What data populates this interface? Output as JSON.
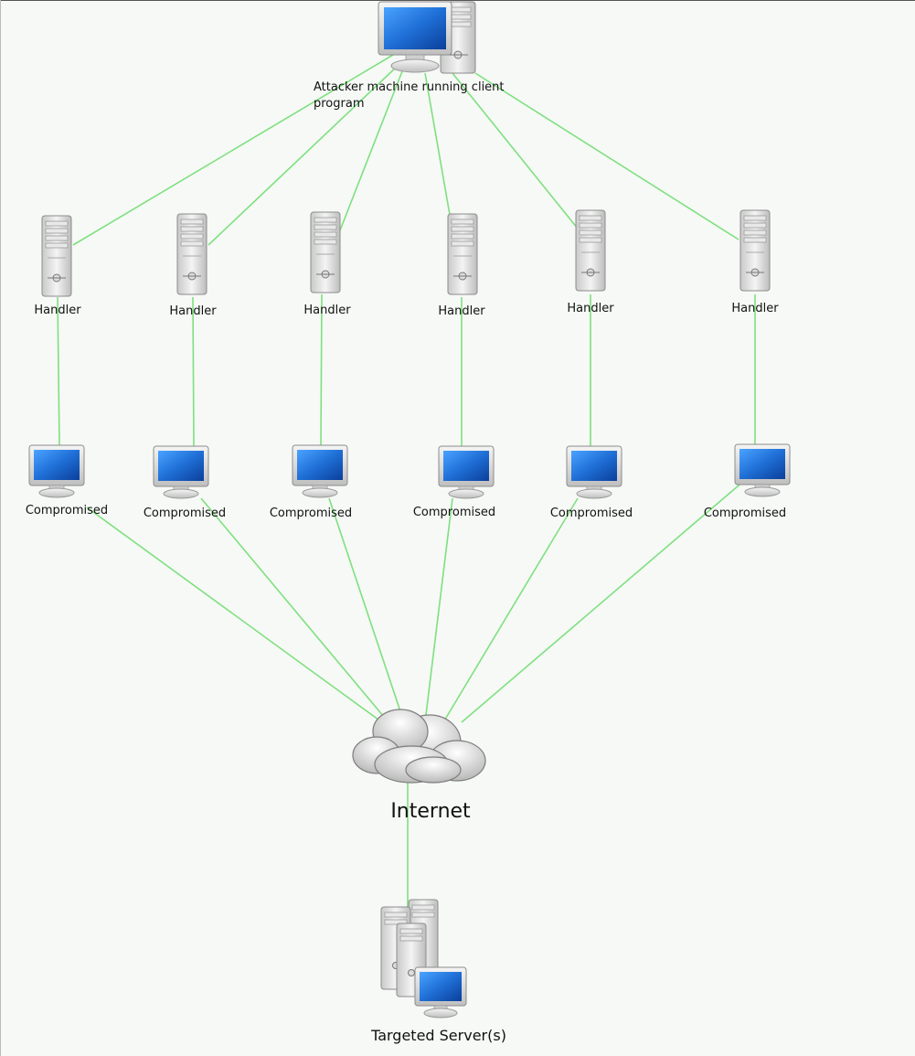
{
  "attacker": {
    "label_line1": "Attacker machine running client",
    "label_line2": "program"
  },
  "handlers": [
    {
      "label": "Handler"
    },
    {
      "label": "Handler"
    },
    {
      "label": "Handler"
    },
    {
      "label": "Handler"
    },
    {
      "label": "Handler"
    },
    {
      "label": "Handler"
    }
  ],
  "compromised": [
    {
      "label": "Compromised"
    },
    {
      "label": "Compromised"
    },
    {
      "label": "Compromised"
    },
    {
      "label": "Compromised"
    },
    {
      "label": "Compromised"
    },
    {
      "label": "Compromised"
    }
  ],
  "internet": {
    "label": "Internet"
  },
  "target": {
    "label": "Targeted Server(s)"
  },
  "colors": {
    "link": "#7fe07f",
    "screen": "#1f6fd6",
    "background": "#f6f9f6"
  }
}
